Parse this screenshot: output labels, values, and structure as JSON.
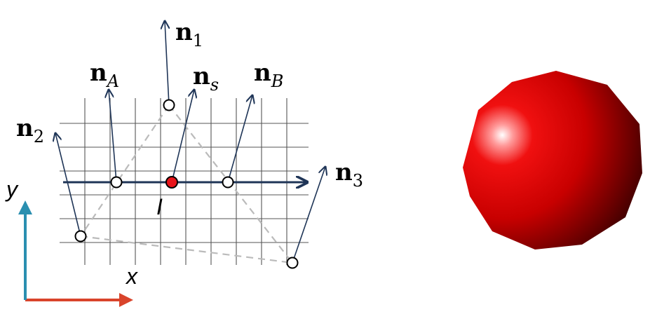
{
  "normals": {
    "n1": {
      "main": "n",
      "sub": "1"
    },
    "nA": {
      "main": "n",
      "sub": "A"
    },
    "ns": {
      "main": "n",
      "sub": "s"
    },
    "nB": {
      "main": "n",
      "sub": "B"
    },
    "n2": {
      "main": "n",
      "sub": "2"
    },
    "n3": {
      "main": "n",
      "sub": "3"
    }
  },
  "scanline_label": "I",
  "axes": {
    "x_label": "x",
    "y_label": "y"
  },
  "colors": {
    "grid": "#555555",
    "scanline": "#1f3557",
    "normal_arrow": "#1f3557",
    "triangle_edge": "#bbbbbb",
    "interp_point": "#e8141a",
    "x_axis": "#d9442b",
    "y_axis": "#2a8fb0",
    "sphere": "#d10000"
  }
}
